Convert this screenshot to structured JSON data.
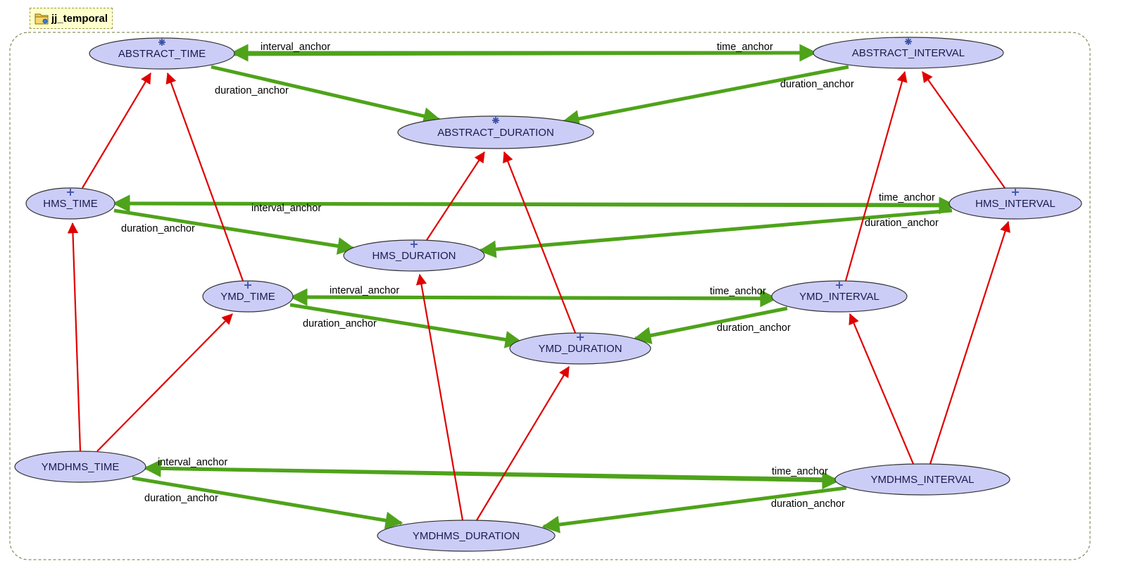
{
  "package": {
    "name": "jj_temporal",
    "icon": "folder-icon"
  },
  "colors": {
    "node_fill": "#cccdf7",
    "node_stroke": "#333333",
    "association": "#4ea31a",
    "inheritance": "#e00000",
    "cluster_border": "#6b7a3a",
    "marker": "#3a52a8"
  },
  "nodes": [
    {
      "id": "ABSTRACT_TIME",
      "label": "ABSTRACT_TIME",
      "marker": "deferred"
    },
    {
      "id": "ABSTRACT_INTERVAL",
      "label": "ABSTRACT_INTERVAL",
      "marker": "deferred"
    },
    {
      "id": "ABSTRACT_DURATION",
      "label": "ABSTRACT_DURATION",
      "marker": "deferred"
    },
    {
      "id": "HMS_TIME",
      "label": "HMS_TIME",
      "marker": "effective"
    },
    {
      "id": "HMS_INTERVAL",
      "label": "HMS_INTERVAL",
      "marker": "effective"
    },
    {
      "id": "HMS_DURATION",
      "label": "HMS_DURATION",
      "marker": "effective"
    },
    {
      "id": "YMD_TIME",
      "label": "YMD_TIME",
      "marker": "effective"
    },
    {
      "id": "YMD_INTERVAL",
      "label": "YMD_INTERVAL",
      "marker": "effective"
    },
    {
      "id": "YMD_DURATION",
      "label": "YMD_DURATION",
      "marker": "effective"
    },
    {
      "id": "YMDHMS_TIME",
      "label": "YMDHMS_TIME",
      "marker": "none"
    },
    {
      "id": "YMDHMS_INTERVAL",
      "label": "YMDHMS_INTERVAL",
      "marker": "none"
    },
    {
      "id": "YMDHMS_DURATION",
      "label": "YMDHMS_DURATION",
      "marker": "none"
    }
  ],
  "edges": [
    {
      "type": "association",
      "from": "ABSTRACT_INTERVAL",
      "to": "ABSTRACT_TIME",
      "label": "interval_anchor"
    },
    {
      "type": "association",
      "from": "ABSTRACT_TIME",
      "to": "ABSTRACT_INTERVAL",
      "label": "time_anchor"
    },
    {
      "type": "association",
      "from": "ABSTRACT_TIME",
      "to": "ABSTRACT_DURATION",
      "label": "duration_anchor"
    },
    {
      "type": "association",
      "from": "ABSTRACT_INTERVAL",
      "to": "ABSTRACT_DURATION",
      "label": "duration_anchor"
    },
    {
      "type": "association",
      "from": "HMS_INTERVAL",
      "to": "HMS_TIME",
      "label": "interval_anchor"
    },
    {
      "type": "association",
      "from": "HMS_TIME",
      "to": "HMS_INTERVAL",
      "label": "time_anchor"
    },
    {
      "type": "association",
      "from": "HMS_TIME",
      "to": "HMS_DURATION",
      "label": "duration_anchor"
    },
    {
      "type": "association",
      "from": "HMS_INTERVAL",
      "to": "HMS_DURATION",
      "label": "duration_anchor"
    },
    {
      "type": "association",
      "from": "YMD_INTERVAL",
      "to": "YMD_TIME",
      "label": "interval_anchor"
    },
    {
      "type": "association",
      "from": "YMD_TIME",
      "to": "YMD_INTERVAL",
      "label": "time_anchor"
    },
    {
      "type": "association",
      "from": "YMD_TIME",
      "to": "YMD_DURATION",
      "label": "duration_anchor"
    },
    {
      "type": "association",
      "from": "YMD_INTERVAL",
      "to": "YMD_DURATION",
      "label": "duration_anchor"
    },
    {
      "type": "association",
      "from": "YMDHMS_INTERVAL",
      "to": "YMDHMS_TIME",
      "label": "interval_anchor"
    },
    {
      "type": "association",
      "from": "YMDHMS_TIME",
      "to": "YMDHMS_INTERVAL",
      "label": "time_anchor"
    },
    {
      "type": "association",
      "from": "YMDHMS_TIME",
      "to": "YMDHMS_DURATION",
      "label": "duration_anchor"
    },
    {
      "type": "association",
      "from": "YMDHMS_INTERVAL",
      "to": "YMDHMS_DURATION",
      "label": "duration_anchor"
    },
    {
      "type": "inheritance",
      "from": "HMS_TIME",
      "to": "ABSTRACT_TIME",
      "label": ""
    },
    {
      "type": "inheritance",
      "from": "YMD_TIME",
      "to": "ABSTRACT_TIME",
      "label": ""
    },
    {
      "type": "inheritance",
      "from": "HMS_DURATION",
      "to": "ABSTRACT_DURATION",
      "label": ""
    },
    {
      "type": "inheritance",
      "from": "YMD_DURATION",
      "to": "ABSTRACT_DURATION",
      "label": ""
    },
    {
      "type": "inheritance",
      "from": "YMD_INTERVAL",
      "to": "ABSTRACT_INTERVAL",
      "label": ""
    },
    {
      "type": "inheritance",
      "from": "HMS_INTERVAL",
      "to": "ABSTRACT_INTERVAL",
      "label": ""
    },
    {
      "type": "inheritance",
      "from": "YMDHMS_TIME",
      "to": "HMS_TIME",
      "label": ""
    },
    {
      "type": "inheritance",
      "from": "YMDHMS_TIME",
      "to": "YMD_TIME",
      "label": ""
    },
    {
      "type": "inheritance",
      "from": "YMDHMS_DURATION",
      "to": "HMS_DURATION",
      "label": ""
    },
    {
      "type": "inheritance",
      "from": "YMDHMS_DURATION",
      "to": "YMD_DURATION",
      "label": ""
    },
    {
      "type": "inheritance",
      "from": "YMDHMS_INTERVAL",
      "to": "YMD_INTERVAL",
      "label": ""
    },
    {
      "type": "inheritance",
      "from": "YMDHMS_INTERVAL",
      "to": "HMS_INTERVAL",
      "label": ""
    }
  ]
}
